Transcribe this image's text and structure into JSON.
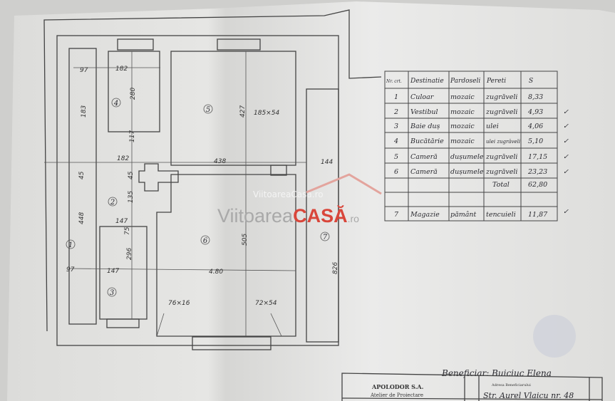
{
  "rooms": [
    {
      "number": "1"
    },
    {
      "number": "2"
    },
    {
      "number": "3"
    },
    {
      "number": "4"
    },
    {
      "number": "5"
    },
    {
      "number": "6"
    },
    {
      "number": "7"
    }
  ],
  "dimensions": {
    "d97_top": "97",
    "d182_top": "182",
    "d183": "183",
    "d280": "280",
    "d117": "117",
    "d182_mid": "182",
    "d438": "438",
    "d427": "427",
    "d185x54": "185×54",
    "d144": "144",
    "d45_a": "45",
    "d45_b": "45",
    "d135": "135",
    "d448": "448",
    "d147_top": "147",
    "d75": "75",
    "d296": "296",
    "d97_bot": "97",
    "d147_bot": "147",
    "d480": "4.80",
    "d505": "505",
    "d826": "826",
    "d76x16": "76×16",
    "d72x54": "72×54"
  },
  "table": {
    "headers": [
      "Nr. crt.",
      "Destinatie",
      "Pardoseli",
      "Pereti",
      "S"
    ],
    "rows": [
      [
        "1",
        "Culoar",
        "mozaic",
        "zugrăveli",
        "8,33"
      ],
      [
        "2",
        "Vestibul",
        "mozaic",
        "zugrăveli",
        "4,93"
      ],
      [
        "3",
        "Baie duș",
        "mozaic",
        "ulei",
        "4,06"
      ],
      [
        "4",
        "Bucătărie",
        "mozaic",
        "ulei zugrăveli",
        "5,10"
      ],
      [
        "5",
        "Cameră",
        "dușumele",
        "zugrăveli",
        "17,15"
      ],
      [
        "6",
        "Cameră",
        "dușumele",
        "zugrăveli",
        "23,23"
      ]
    ],
    "total_label": "Total",
    "total_value": "62,80",
    "extra_row": [
      "7",
      "Magazie",
      "pământ",
      "tencuieli",
      "11,87"
    ],
    "checkmark": "✓"
  },
  "watermark": {
    "small": "ViitoareaCasa.ro",
    "large_prefix": "Viitoarea",
    "large_brand": "CASĂ",
    "large_suffix": ".ro",
    "brand_color": "#d9463a"
  },
  "footer": {
    "beneficiary": "Beneficiar: Buiciuc Elena",
    "company": "APOLODOR S.A.",
    "company_sub": "Atelier de Proiectare",
    "address_label": "Adresa Beneficiarului",
    "address": "Str. Aurel Vlaicu nr. 48"
  }
}
